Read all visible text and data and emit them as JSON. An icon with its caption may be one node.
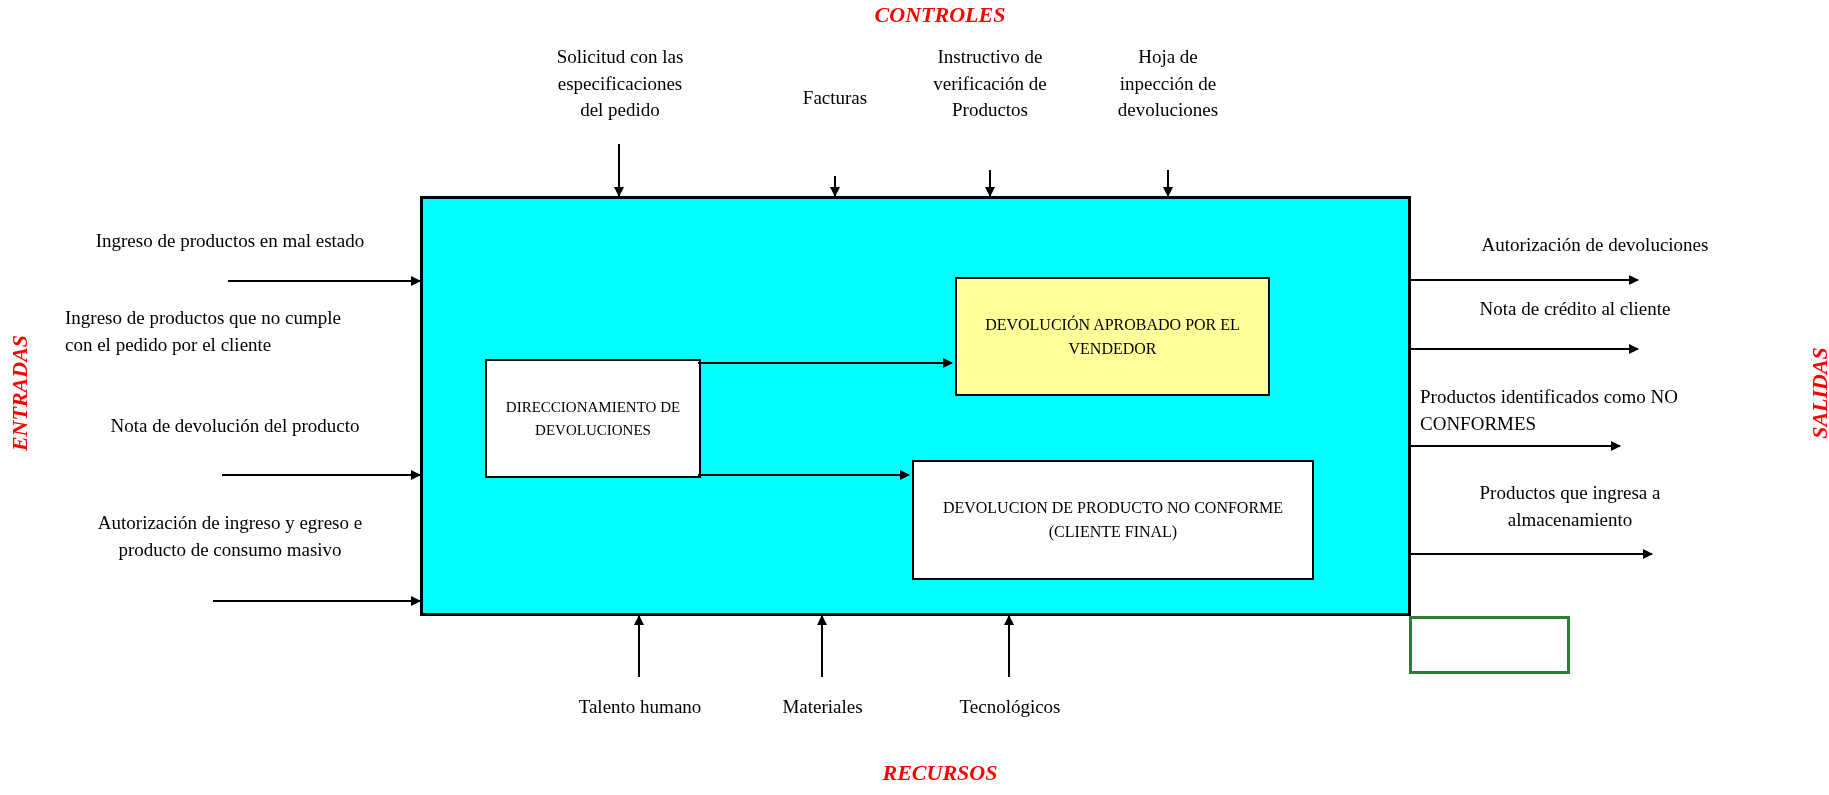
{
  "diagram": {
    "nodes": [
      {
        "text": [],
        "shape": "box"
      },
      {
        "text": [
          "DIRECCIONAMIENTO DE DEVOLUCIONES"
        ],
        "in": 0
      },
      {
        "text": [
          "DEVOLUCIÓN APROBADO POR EL VENDEDOR"
        ],
        "in": 0
      },
      {
        "text": [
          "DEVOLUCION DE PRODUCTO NO CONFORME (CLIENTE FINAL)"
        ],
        "in": 0
      },
      {
        "text": [],
        "shape": "box"
      }
    ],
    "edges": [
      {
        "from": null,
        "to": 0,
        "arrow": "to",
        "label": "Solicitud con las especificaciones del pedido"
      },
      {
        "from": null,
        "to": 0,
        "arrow": "to",
        "label": "Facturas"
      },
      {
        "from": null,
        "to": 0,
        "arrow": "to",
        "label": "Instructivo de verificación de Productos"
      },
      {
        "from": null,
        "to": 0,
        "arrow": "to",
        "label": "Hoja de inpección de devoluciones"
      },
      {
        "from": null,
        "to": 0,
        "arrow": "to",
        "label": "Ingreso de productos en mal estado"
      },
      {
        "from": null,
        "to": 0,
        "arrow": "to",
        "label": "Nota de devolución del producto"
      },
      {
        "from": null,
        "to": 0,
        "arrow": "to",
        "label": "Autorización de ingreso y egreso e producto de consumo masivo"
      },
      {
        "from": 1,
        "to": 2,
        "arrow": "to"
      },
      {
        "from": 1,
        "to": 3,
        "arrow": "to"
      },
      {
        "from": 0,
        "to": null,
        "arrow": "to",
        "label": "Autorización de devoluciones"
      },
      {
        "from": 0,
        "to": null,
        "arrow": "to",
        "label": "Nota de crédito al cliente"
      },
      {
        "from": 0,
        "to": null,
        "arrow": "to",
        "label": "Productos identificados como NO CONFORMES"
      },
      {
        "from": 0,
        "to": null,
        "arrow": "to",
        "label": "Productos que ingresa a almacenamiento"
      },
      {
        "from": null,
        "to": 0,
        "arrow": "to",
        "label": "Talento humano"
      },
      {
        "from": null,
        "to": 0,
        "arrow": "to",
        "label": "Materiales"
      },
      {
        "from": null,
        "to": 0,
        "arrow": "to",
        "label": "Tecnológicos"
      }
    ],
    "labels": [
      "CONTROLES",
      "Ingreso de productos que no cumple con el pedido por el cliente",
      "ENTRADAS",
      "SALIDAS",
      "RECURSOS"
    ]
  }
}
